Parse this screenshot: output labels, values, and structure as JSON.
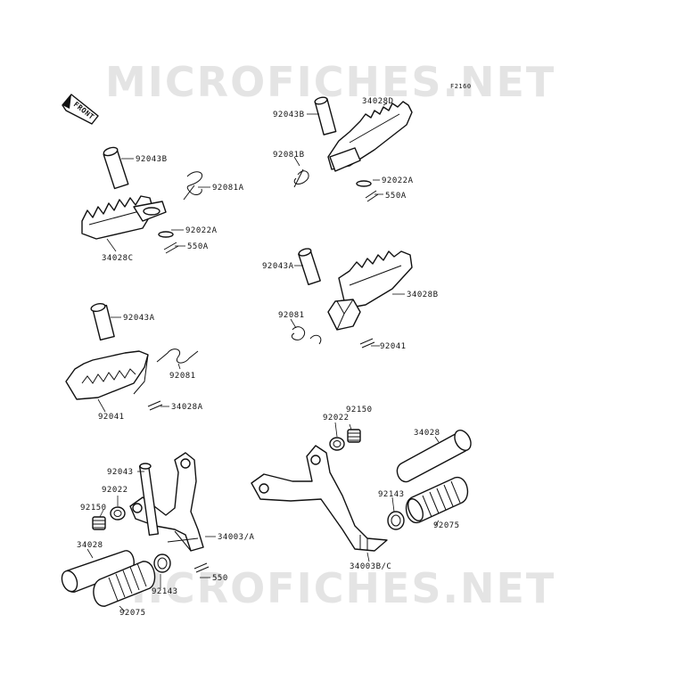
{
  "watermark": {
    "top": "MICROFICHES.NET",
    "bottom": "MICROFICHES.NET"
  },
  "figure_code": "F2160",
  "front_label": "FRONT",
  "labels": [
    {
      "id": "l01",
      "text": "92043B"
    },
    {
      "id": "l02",
      "text": "92081A"
    },
    {
      "id": "l03",
      "text": "92022A"
    },
    {
      "id": "l04",
      "text": "550A"
    },
    {
      "id": "l05",
      "text": "34028C"
    },
    {
      "id": "l06",
      "text": "92043B"
    },
    {
      "id": "l07",
      "text": "34028D"
    },
    {
      "id": "l08",
      "text": "92081B"
    },
    {
      "id": "l09",
      "text": "92022A"
    },
    {
      "id": "l10",
      "text": "550A"
    },
    {
      "id": "l11",
      "text": "92043A"
    },
    {
      "id": "l12",
      "text": "34028B"
    },
    {
      "id": "l13",
      "text": "92081"
    },
    {
      "id": "l14",
      "text": "92041"
    },
    {
      "id": "l15",
      "text": "92043A"
    },
    {
      "id": "l16",
      "text": "92081"
    },
    {
      "id": "l17",
      "text": "34028A"
    },
    {
      "id": "l18",
      "text": "92041"
    },
    {
      "id": "l19",
      "text": "92150"
    },
    {
      "id": "l20",
      "text": "92022"
    },
    {
      "id": "l21",
      "text": "34028"
    },
    {
      "id": "l22",
      "text": "92143"
    },
    {
      "id": "l23",
      "text": "92075"
    },
    {
      "id": "l24",
      "text": "34003B/C"
    },
    {
      "id": "l25",
      "text": "92043"
    },
    {
      "id": "l26",
      "text": "92022"
    },
    {
      "id": "l27",
      "text": "92150"
    },
    {
      "id": "l28",
      "text": "34003/A"
    },
    {
      "id": "l29",
      "text": "34028"
    },
    {
      "id": "l30",
      "text": "550"
    },
    {
      "id": "l31",
      "text": "92143"
    },
    {
      "id": "l32",
      "text": "92075"
    }
  ]
}
